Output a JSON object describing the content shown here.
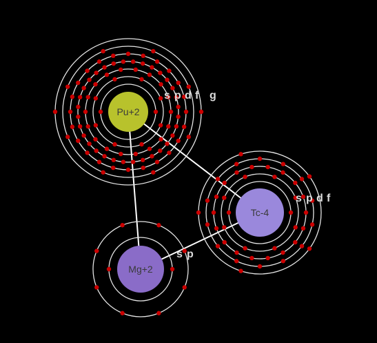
{
  "colors": {
    "background": "#000000",
    "shell_ring": "#e6e6e6",
    "electron": "#cc0000",
    "bond": "#ffffff",
    "pu_nucleus": "#b8c22c",
    "tc_nucleus": "#9a88dc",
    "mg_nucleus": "#8a6cc8",
    "label_text": "#3a3a3a",
    "orbital_text": "#dcdcdc"
  },
  "atoms": [
    {
      "id": "pu",
      "label": "Pu+2",
      "nucleus_color": "#b8c22c",
      "shell_count": 7,
      "electrons_per_shell": [
        2,
        8,
        18,
        32,
        24,
        8,
        2
      ],
      "orbital_labels": [
        "s",
        "p",
        "d",
        "f",
        "g"
      ]
    },
    {
      "id": "tc",
      "label": "Tc-4",
      "nucleus_color": "#9a88dc",
      "shell_count": 5,
      "electrons_per_shell": [
        2,
        8,
        18,
        14,
        5
      ],
      "orbital_labels": [
        "s",
        "p",
        "d",
        "f"
      ]
    },
    {
      "id": "mg",
      "label": "Mg+2",
      "nucleus_color": "#8a6cc8",
      "shell_count": 2,
      "electrons_per_shell": [
        2,
        8
      ],
      "orbital_labels": [
        "s",
        "p"
      ]
    }
  ],
  "bonds": [
    {
      "from": "pu",
      "to": "tc"
    },
    {
      "from": "pu",
      "to": "mg"
    },
    {
      "from": "mg",
      "to": "tc"
    }
  ]
}
